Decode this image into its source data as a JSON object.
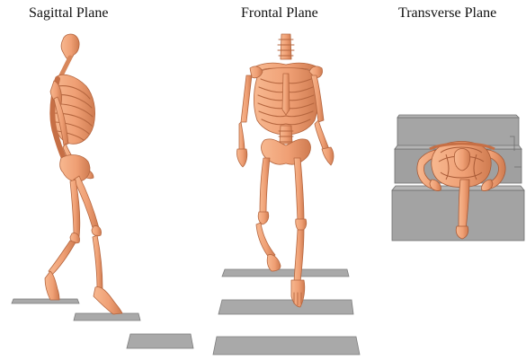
{
  "panels": [
    {
      "title": "Sagittal Plane"
    },
    {
      "title": "Frontal Plane"
    },
    {
      "title": "Transverse Plane"
    }
  ],
  "colors": {
    "bone": "#f0a57e",
    "bone_shadow": "#c9764d",
    "bone_dark": "#a85a36",
    "step": "#a9a9a9",
    "step_edge": "#7d7d7d",
    "box": "#a3a3a3",
    "box_edge": "#6f6f6f",
    "background": "#ffffff"
  }
}
